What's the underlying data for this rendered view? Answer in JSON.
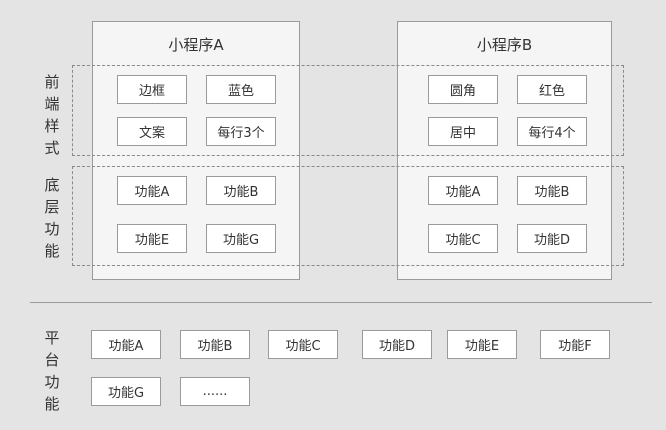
{
  "program_a": {
    "title": "小程序A",
    "style_items": [
      "边框",
      "蓝色",
      "文案",
      "每行3个"
    ],
    "function_items": [
      "功能A",
      "功能B",
      "功能E",
      "功能G"
    ]
  },
  "program_b": {
    "title": "小程序B",
    "style_items": [
      "圆角",
      "红色",
      "居中",
      "每行4个"
    ],
    "function_items": [
      "功能A",
      "功能B",
      "功能C",
      "功能D"
    ]
  },
  "side_labels": {
    "frontend_style": [
      "前",
      "端",
      "样",
      "式"
    ],
    "base_function": [
      "底",
      "层",
      "功",
      "能"
    ],
    "platform_function": [
      "平",
      "台",
      "功",
      "能"
    ]
  },
  "platform": {
    "items": [
      "功能A",
      "功能B",
      "功能C",
      "功能D",
      "功能E",
      "功能F",
      "功能G",
      "......"
    ]
  }
}
